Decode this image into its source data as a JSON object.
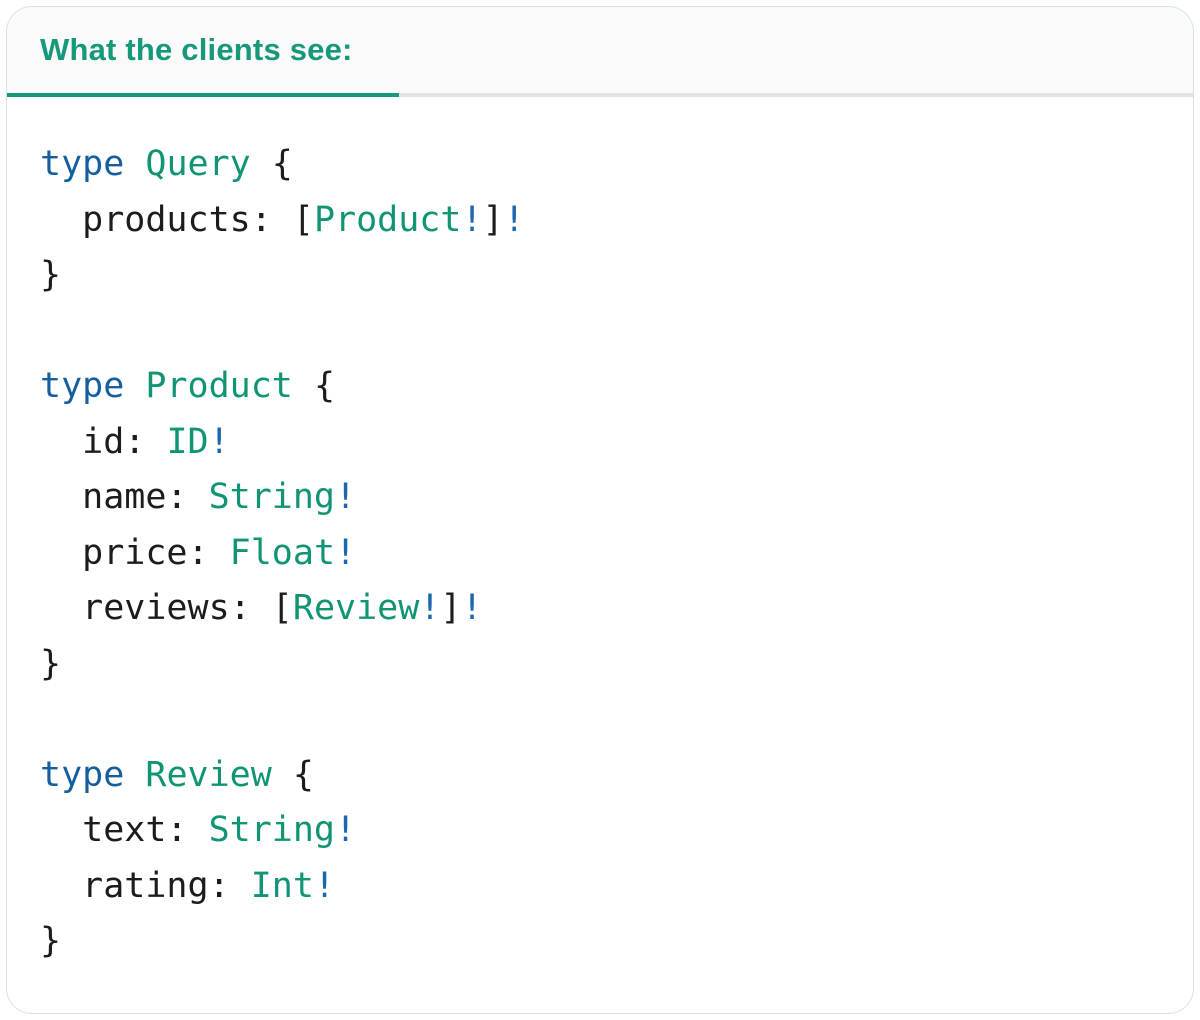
{
  "card": {
    "tab": {
      "label": "What the clients see:"
    }
  },
  "colors": {
    "tab_green": "#15997A",
    "type_green": "#0F9574",
    "keyword_blue": "#155FA0",
    "bang_blue": "#1E67AF",
    "code_text": "#1B1C1E",
    "divider_gray": "#E3E3E3",
    "header_bg": "#FAFAFA",
    "card_border": "#D6E6DA",
    "card_bg": "#FFFFFF",
    "page_bg": "#FFFFFF"
  },
  "code": {
    "language": "graphql-sdl",
    "lines": [
      {
        "tokens": [
          {
            "text": "type",
            "type": "keyword"
          },
          {
            "text": " ",
            "type": "plain"
          },
          {
            "text": "Query",
            "type": "typename"
          },
          {
            "text": " {",
            "type": "plain"
          }
        ]
      },
      {
        "tokens": [
          {
            "text": "  products: [",
            "type": "plain"
          },
          {
            "text": "Product",
            "type": "typename"
          },
          {
            "text": "!",
            "type": "bang"
          },
          {
            "text": "]",
            "type": "plain"
          },
          {
            "text": "!",
            "type": "bang"
          }
        ]
      },
      {
        "tokens": [
          {
            "text": "}",
            "type": "plain"
          }
        ]
      },
      {
        "tokens": []
      },
      {
        "tokens": [
          {
            "text": "type",
            "type": "keyword"
          },
          {
            "text": " ",
            "type": "plain"
          },
          {
            "text": "Product",
            "type": "typename"
          },
          {
            "text": " {",
            "type": "plain"
          }
        ]
      },
      {
        "tokens": [
          {
            "text": "  id: ",
            "type": "plain"
          },
          {
            "text": "ID",
            "type": "typename"
          },
          {
            "text": "!",
            "type": "bang"
          }
        ]
      },
      {
        "tokens": [
          {
            "text": "  name: ",
            "type": "plain"
          },
          {
            "text": "String",
            "type": "typename"
          },
          {
            "text": "!",
            "type": "bang"
          }
        ]
      },
      {
        "tokens": [
          {
            "text": "  price: ",
            "type": "plain"
          },
          {
            "text": "Float",
            "type": "typename"
          },
          {
            "text": "!",
            "type": "bang"
          }
        ]
      },
      {
        "tokens": [
          {
            "text": "  reviews: [",
            "type": "plain"
          },
          {
            "text": "Review",
            "type": "typename"
          },
          {
            "text": "!",
            "type": "bang"
          },
          {
            "text": "]",
            "type": "plain"
          },
          {
            "text": "!",
            "type": "bang"
          }
        ]
      },
      {
        "tokens": [
          {
            "text": "}",
            "type": "plain"
          }
        ]
      },
      {
        "tokens": []
      },
      {
        "tokens": [
          {
            "text": "type",
            "type": "keyword"
          },
          {
            "text": " ",
            "type": "plain"
          },
          {
            "text": "Review",
            "type": "typename"
          },
          {
            "text": " {",
            "type": "plain"
          }
        ]
      },
      {
        "tokens": [
          {
            "text": "  text: ",
            "type": "plain"
          },
          {
            "text": "String",
            "type": "typename"
          },
          {
            "text": "!",
            "type": "bang"
          }
        ]
      },
      {
        "tokens": [
          {
            "text": "  rating: ",
            "type": "plain"
          },
          {
            "text": "Int",
            "type": "typename"
          },
          {
            "text": "!",
            "type": "bang"
          }
        ]
      },
      {
        "tokens": [
          {
            "text": "}",
            "type": "plain"
          }
        ]
      }
    ]
  }
}
